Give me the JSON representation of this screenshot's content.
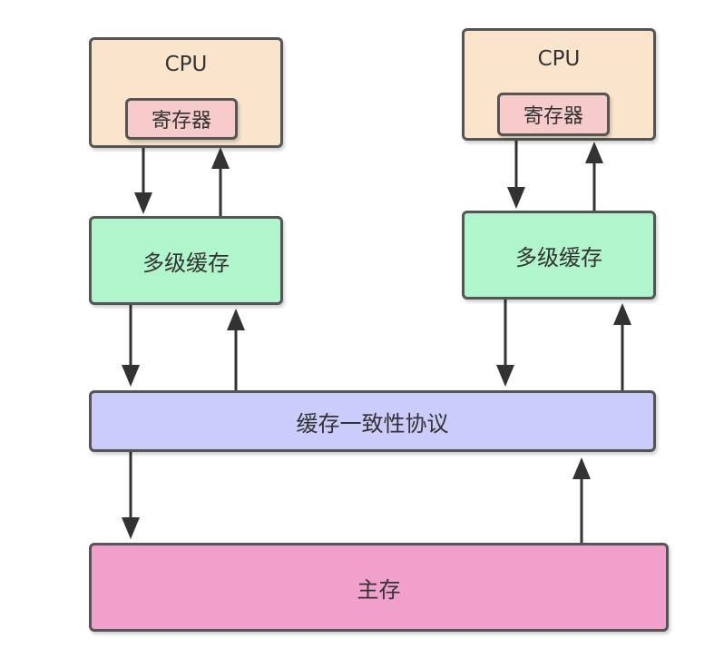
{
  "cpus": [
    {
      "label": "CPU",
      "register": "寄存器",
      "cache": "多级缓存"
    },
    {
      "label": "CPU",
      "register": "寄存器",
      "cache": "多级缓存"
    }
  ],
  "protocol": "缓存一致性协议",
  "memory": "主存",
  "colors": {
    "cpu_fill": "#fae5cc",
    "register_fill": "#f8cbcb",
    "cache_fill": "#b0f5cc",
    "protocol_fill": "#ccccfc",
    "memory_fill": "#f0a0cb",
    "border": "#555555"
  }
}
